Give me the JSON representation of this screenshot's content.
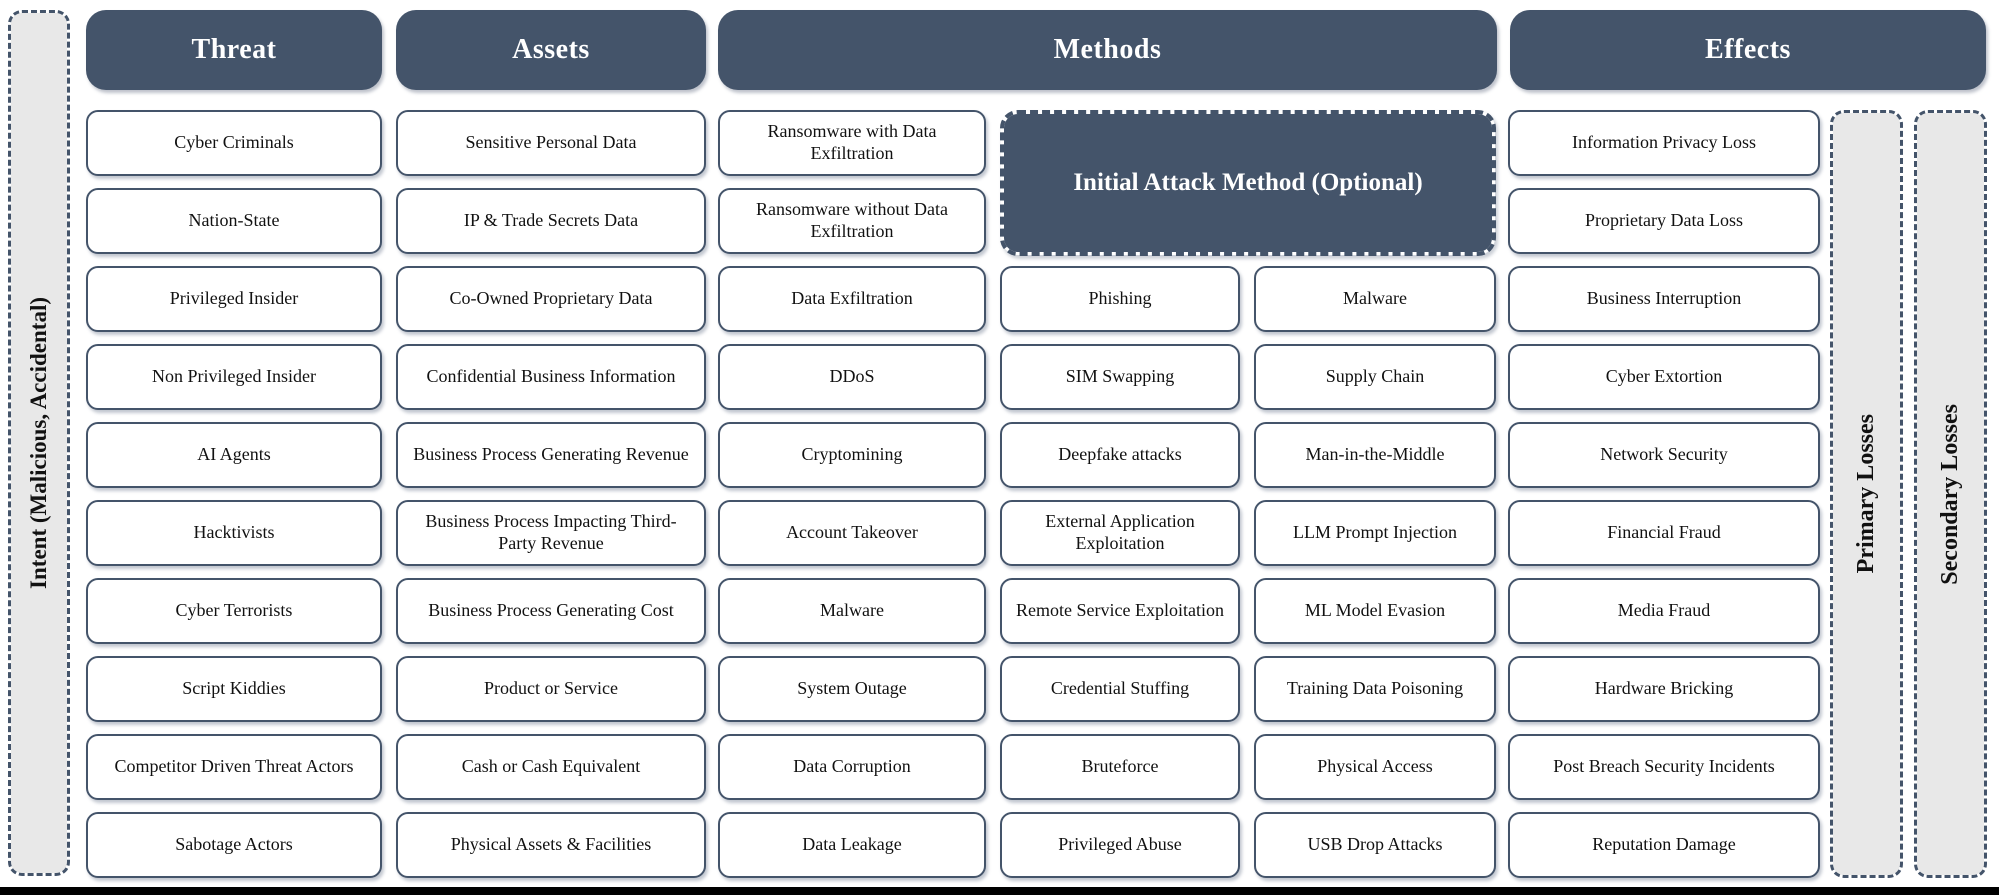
{
  "colors": {
    "dark_slate": "#44546A",
    "box_border": "#44546A",
    "strip_background": "#e8e8e8",
    "box_background": "#ffffff",
    "text": "#111111"
  },
  "headers": {
    "threat": "Threat",
    "assets": "Assets",
    "methods": "Methods",
    "effects": "Effects"
  },
  "side_labels": {
    "intent": "Intent (Malicious, Accidental)",
    "primary_losses": "Primary Losses",
    "secondary_losses": "Secondary Losses"
  },
  "initial_attack": {
    "label": "Initial Attack Method (Optional)"
  },
  "threat_items": [
    "Cyber Criminals",
    "Nation-State",
    "Privileged Insider",
    "Non Privileged Insider",
    "AI Agents",
    "Hacktivists",
    "Cyber Terrorists",
    "Script Kiddies",
    "Competitor Driven Threat Actors",
    "Sabotage Actors"
  ],
  "asset_items": [
    "Sensitive Personal Data",
    "IP & Trade Secrets Data",
    "Co-Owned Proprietary Data",
    "Confidential Business Information",
    "Business Process Generating Revenue",
    "Business Process Impacting Third-Party Revenue",
    "Business Process Generating Cost",
    "Product or Service",
    "Cash or Cash Equivalent",
    "Physical Assets & Facilities"
  ],
  "method_items": [
    "Ransomware with Data Exfiltration",
    "Ransomware without Data Exfiltration",
    "Data Exfiltration",
    "DDoS",
    "Cryptomining",
    "Account Takeover",
    "Malware",
    "System Outage",
    "Data Corruption",
    "Data Leakage"
  ],
  "initial_attack_col1": [
    "Phishing",
    "SIM Swapping",
    "Deepfake attacks",
    "External Application Exploitation",
    "Remote Service Exploitation",
    "Credential Stuffing",
    "Bruteforce",
    "Privileged Abuse"
  ],
  "initial_attack_col2": [
    "Malware",
    "Supply Chain",
    "Man-in-the-Middle",
    "LLM Prompt Injection",
    "ML Model Evasion",
    "Training Data Poisoning",
    "Physical Access",
    "USB Drop Attacks"
  ],
  "effect_items": [
    "Information Privacy Loss",
    "Proprietary Data Loss",
    "Business Interruption",
    "Cyber Extortion",
    "Network Security",
    "Financial Fraud",
    "Media Fraud",
    "Hardware Bricking",
    "Post Breach Security Incidents",
    "Reputation Damage"
  ]
}
